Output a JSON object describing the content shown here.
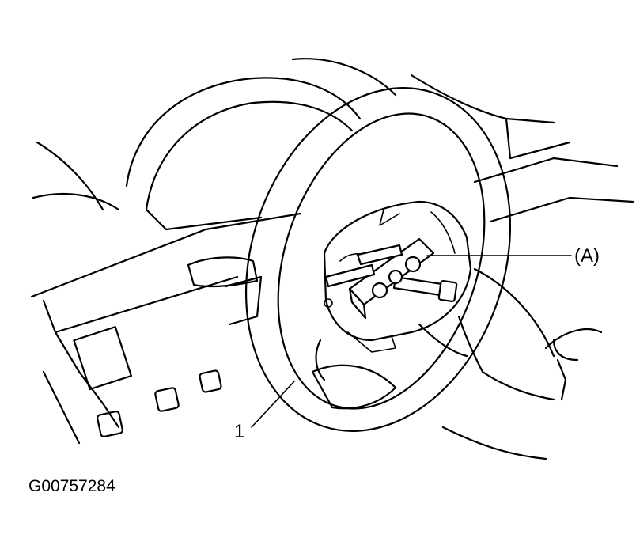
{
  "labels": {
    "tool": "(A)",
    "part": "1",
    "figure_id": "G00757284"
  }
}
